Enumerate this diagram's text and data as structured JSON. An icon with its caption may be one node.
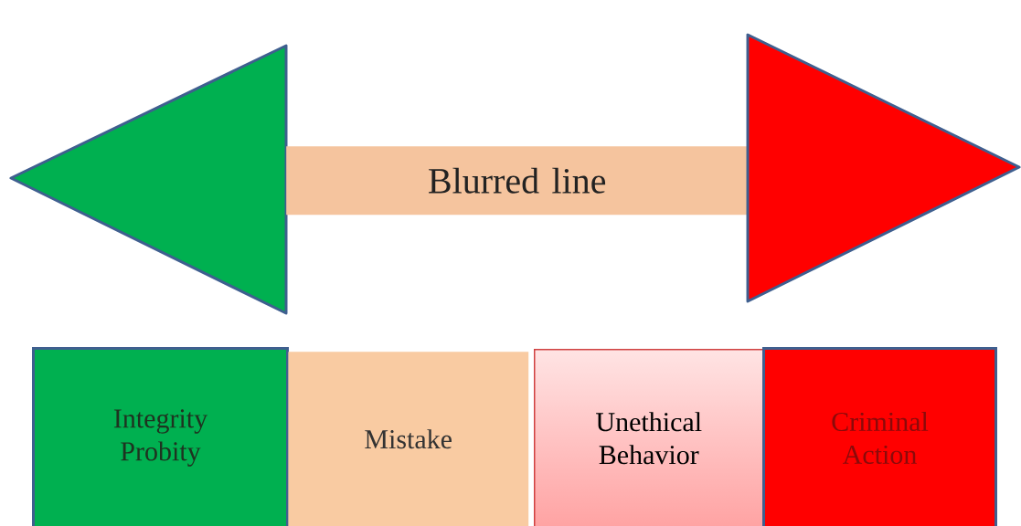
{
  "diagram": {
    "nodes": [
      {
        "text": [],
        "shape": "triangle"
      },
      {
        "text": [
          "Blurred line"
        ]
      },
      {
        "text": [],
        "shape": "triangle"
      },
      {
        "text": [
          "Integrity Probity"
        ]
      },
      {
        "text": [
          "Mistake"
        ]
      },
      {
        "text": [
          "Unethical Behavior"
        ]
      },
      {
        "text": [
          "Criminal Action"
        ]
      }
    ]
  }
}
